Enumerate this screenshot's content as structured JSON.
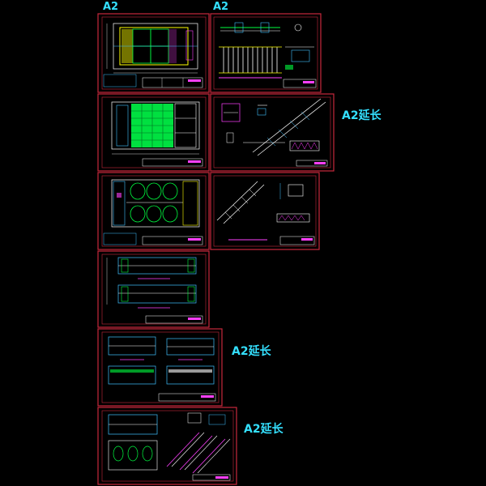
{
  "labels": {
    "sheet_1_size": "A2",
    "sheet_2_size": "A2",
    "extension_1": "A2延长",
    "extension_2": "A2延长",
    "extension_3": "A2延长"
  },
  "colors": {
    "background": "#000000",
    "sheet_frame": "#c8283c",
    "sheet_label": "#34e0ff",
    "drawing_line": "#ffffff",
    "drawing_accent_green": "#00ff40",
    "drawing_accent_yellow": "#ffff00",
    "drawing_accent_magenta": "#ff40ff",
    "drawing_accent_cyan": "#40c0ff",
    "drawing_accent_blue": "#3050ff"
  }
}
